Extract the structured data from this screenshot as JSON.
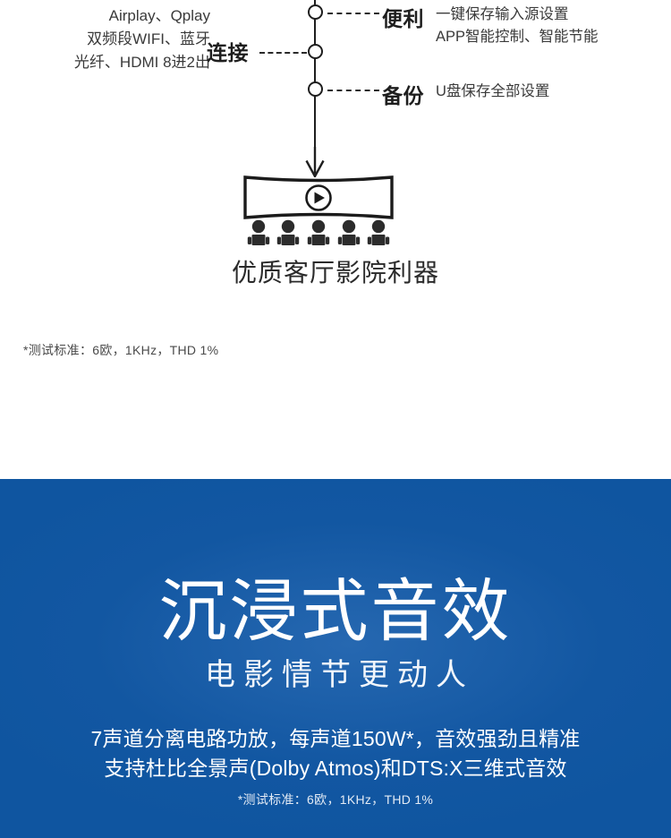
{
  "white_section": {
    "left_block": {
      "lines": [
        "Airplay、Qplay",
        "双频段WIFI、蓝牙",
        "光纤、HDMI 8进2出"
      ]
    },
    "connect_label": "连接",
    "items": [
      {
        "title": "便利",
        "desc_lines": [
          "一键保存输入源设置",
          "APP智能控制、智能节能"
        ]
      },
      {
        "title": "备份",
        "desc_lines": [
          "U盘保存全部设置"
        ]
      }
    ],
    "cinema_icon": "cinema-screen-audience-icon",
    "play_icon": "play-circle-icon",
    "arrow_icon": "arrow-down-icon",
    "caption": "优质客厅影院利器",
    "footnote": "*测试标准：6欧，1KHz，THD 1%"
  },
  "blue_section": {
    "heading": "沉浸式音效",
    "subheading": "电影情节更动人",
    "body_lines": [
      "7声道分离电路功放，每声道150W*，音效强劲且精准",
      "支持杜比全景声(Dolby Atmos)和DTS:X三维式音效"
    ],
    "footnote": "*测试标准：6欧，1KHz，THD 1%",
    "background_color": "#0f55a0",
    "text_color": "#ffffff"
  }
}
